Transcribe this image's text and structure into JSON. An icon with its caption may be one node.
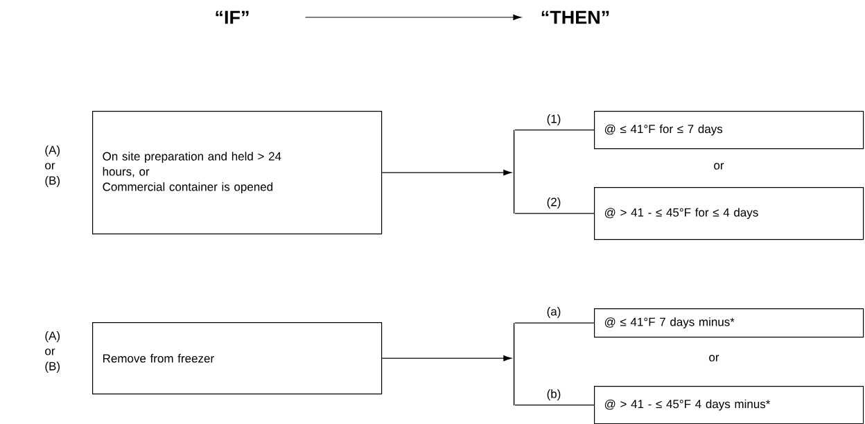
{
  "diagram": {
    "nodes": [
      {
        "text": [
          "“IF”"
        ]
      },
      {
        "text": [
          "“THEN”"
        ]
      },
      {
        "text": [
          "On site preparation and held > 24 hours, or",
          "Commercial container is opened"
        ],
        "beside": [
          "(A) or (B)"
        ]
      },
      {
        "text": [],
        "shape": "bar"
      },
      {
        "text": [
          "@ ≤ 41°F for ≤ 7 days"
        ]
      },
      {
        "text": [
          "@ > 41 - ≤ 45°F for ≤ 4 days"
        ]
      },
      {
        "text": [
          "Remove from freezer"
        ],
        "beside": [
          "(A) or (B)"
        ]
      },
      {
        "text": [],
        "shape": "bar"
      },
      {
        "text": [
          "@ ≤ 41°F 7 days minus*"
        ]
      },
      {
        "text": [
          "@ > 41 - ≤ 45°F 4 days minus*"
        ]
      }
    ],
    "edges": [
      {
        "from": 0,
        "to": 1,
        "arrow": "to"
      },
      {
        "from": 2,
        "to": 3,
        "arrow": "to"
      },
      {
        "from": 3,
        "to": 4,
        "arrow": "none",
        "label": "(1)"
      },
      {
        "from": 3,
        "to": 5,
        "arrow": "none",
        "label": "(2)"
      },
      {
        "from": 6,
        "to": 7,
        "arrow": "to"
      },
      {
        "from": 7,
        "to": 8,
        "arrow": "none",
        "label": "(a)"
      },
      {
        "from": 7,
        "to": 9,
        "arrow": "none",
        "label": "(b)"
      }
    ],
    "labels": [
      "or",
      "or"
    ]
  }
}
